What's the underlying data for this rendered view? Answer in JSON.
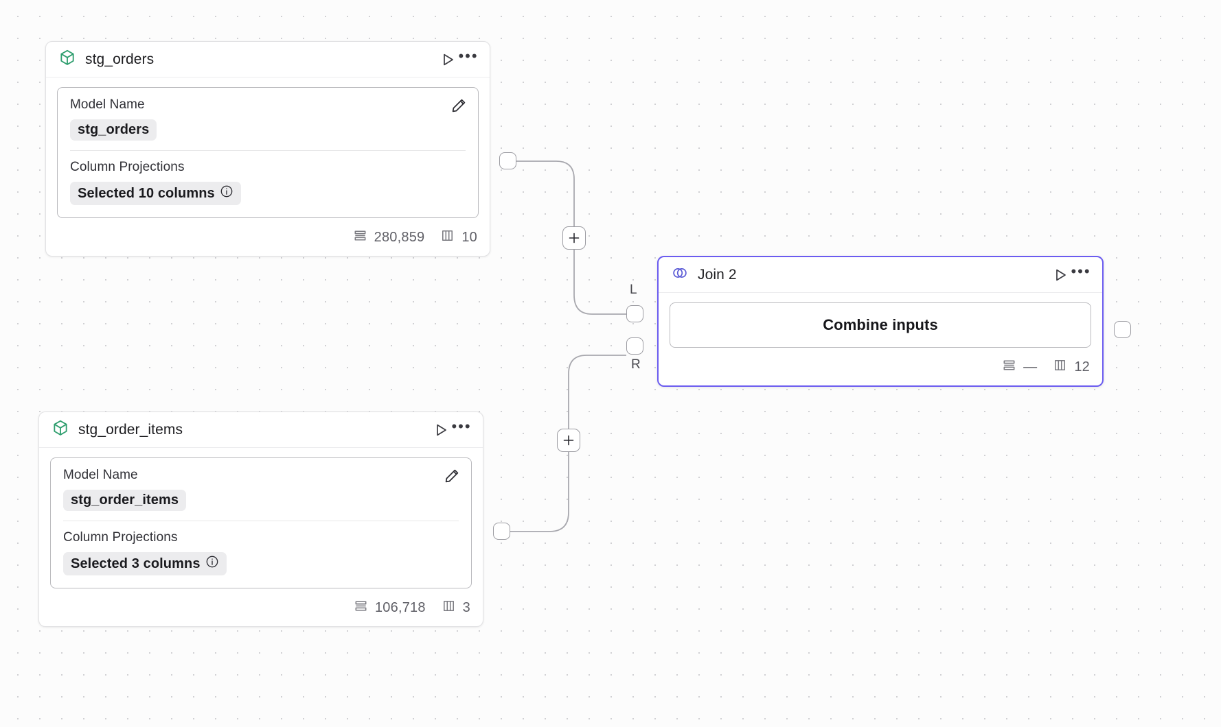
{
  "canvas": {
    "background_color": "#fcfcfc",
    "dot_color": "#d0d0d3",
    "accent_color": "#6b5cf0",
    "model_icon_color": "#2f9e6e"
  },
  "nodes": [
    {
      "id": "stg_orders",
      "title": "stg_orders",
      "icon": "cube-icon",
      "run_label": "Run",
      "more_label": "More options",
      "fields": {
        "model_name_label": "Model Name",
        "model_name_value": "stg_orders",
        "column_projections_label": "Column Projections",
        "column_projections_value": "Selected 10 columns"
      },
      "stats": {
        "rows": "280,859",
        "columns": "10"
      }
    },
    {
      "id": "stg_order_items",
      "title": "stg_order_items",
      "icon": "cube-icon",
      "run_label": "Run",
      "more_label": "More options",
      "fields": {
        "model_name_label": "Model Name",
        "model_name_value": "stg_order_items",
        "column_projections_label": "Column Projections",
        "column_projections_value": "Selected 3 columns"
      },
      "stats": {
        "rows": "106,718",
        "columns": "3"
      }
    }
  ],
  "join_node": {
    "id": "join_2",
    "title": "Join 2",
    "icon": "venn-join-icon",
    "selected": true,
    "action_label": "Combine inputs",
    "input_ports": {
      "left": "L",
      "right": "R"
    },
    "stats": {
      "rows": "—",
      "columns": "12"
    }
  },
  "edge_buttons": {
    "add_label": "+"
  }
}
